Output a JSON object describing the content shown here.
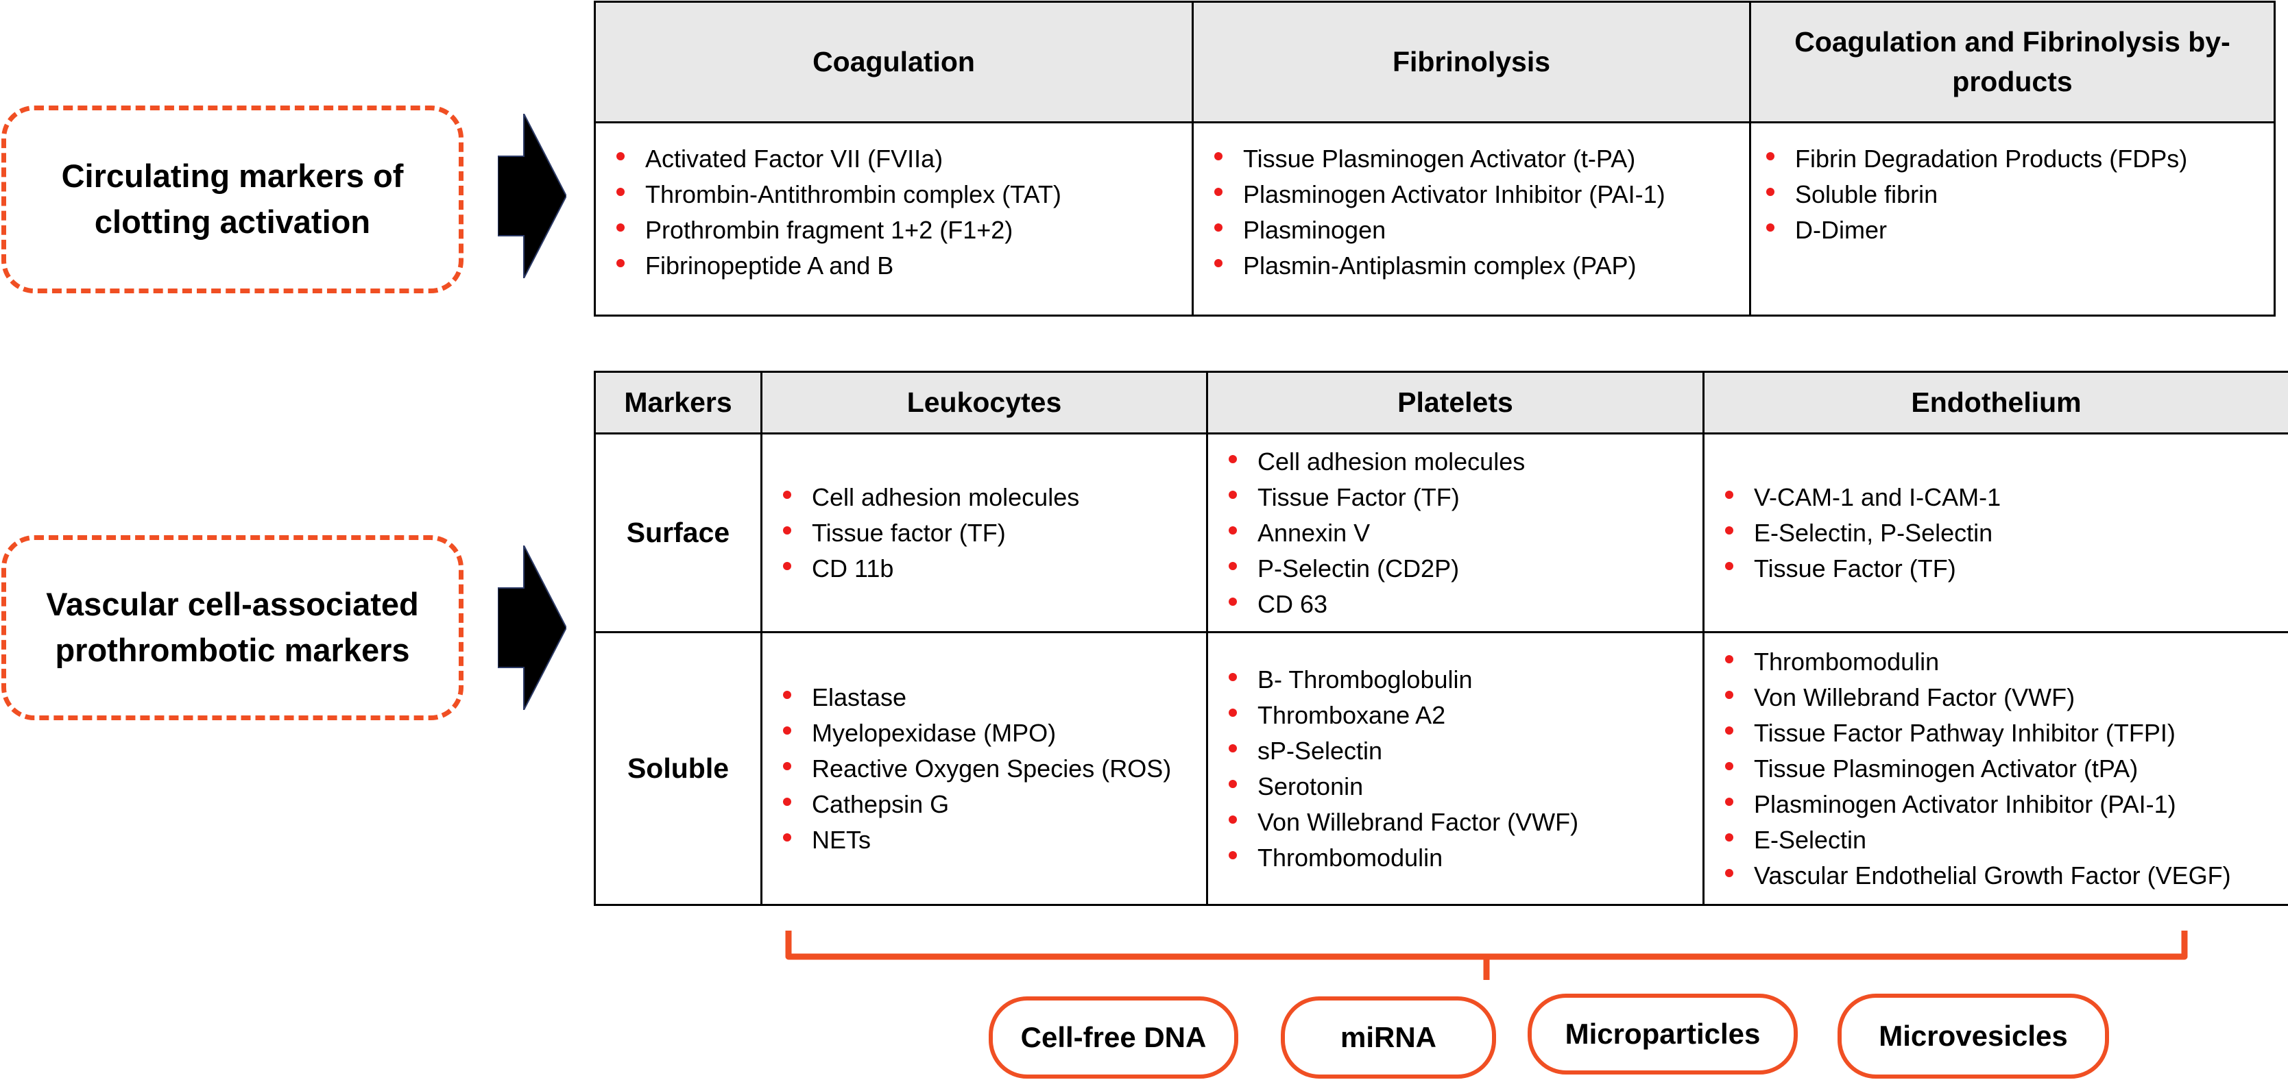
{
  "top_callout": "Circulating markers of clotting activation",
  "bottom_callout": "Vascular cell-associated prothrombotic markers",
  "top_table": {
    "headers": [
      "Coagulation",
      "Fibrinolysis",
      "Coagulation and Fibrinolysis by-products"
    ],
    "cols": [
      [
        "Activated Factor VII (FVIIa)",
        "Thrombin-Antithrombin complex (TAT)",
        "Prothrombin fragment 1+2 (F1+2)",
        "Fibrinopeptide A and B"
      ],
      [
        "Tissue Plasminogen Activator (t-PA)",
        "Plasminogen Activator Inhibitor (PAI-1)",
        "Plasminogen",
        "Plasmin-Antiplasmin complex (PAP)"
      ],
      [
        "Fibrin Degradation Products (FDPs)",
        "Soluble fibrin",
        "D-Dimer"
      ]
    ]
  },
  "bottom_table": {
    "corner": "Markers",
    "headers": [
      "Leukocytes",
      "Platelets",
      "Endothelium"
    ],
    "rows": [
      {
        "label": "Surface",
        "cells": [
          [
            "Cell adhesion molecules",
            "Tissue factor (TF)",
            "CD 11b"
          ],
          [
            "Cell adhesion molecules",
            "Tissue Factor (TF)",
            "Annexin V",
            "P-Selectin (CD2P)",
            "CD 63"
          ],
          [
            "V-CAM-1 and I-CAM-1",
            "E-Selectin, P-Selectin",
            "Tissue Factor (TF)"
          ]
        ]
      },
      {
        "label": "Soluble",
        "cells": [
          [
            "Elastase",
            "Myelopexidase (MPO)",
            "Reactive Oxygen Species (ROS)",
            "Cathepsin G",
            "NETs"
          ],
          [
            "B- Thromboglobulin",
            "Thromboxane A2",
            "sP-Selectin",
            "Serotonin",
            "Von Willebrand Factor (VWF)",
            "Thrombomodulin"
          ],
          [
            "Thrombomodulin",
            "Von Willebrand Factor (VWF)",
            "Tissue Factor Pathway Inhibitor (TFPI)",
            "Tissue Plasminogen Activator (tPA)",
            "Plasminogen Activator Inhibitor (PAI-1)",
            "E-Selectin",
            "Vascular Endothelial Growth Factor (VEGF)"
          ]
        ]
      }
    ]
  },
  "pills": [
    "Cell-free DNA",
    "miRNA",
    "Microparticles",
    "Microvesicles"
  ],
  "colors": {
    "accent": "#f04f23",
    "bullet": "#ee1c1c",
    "header_bg": "#e8e8e8",
    "arrow": "#000000"
  }
}
